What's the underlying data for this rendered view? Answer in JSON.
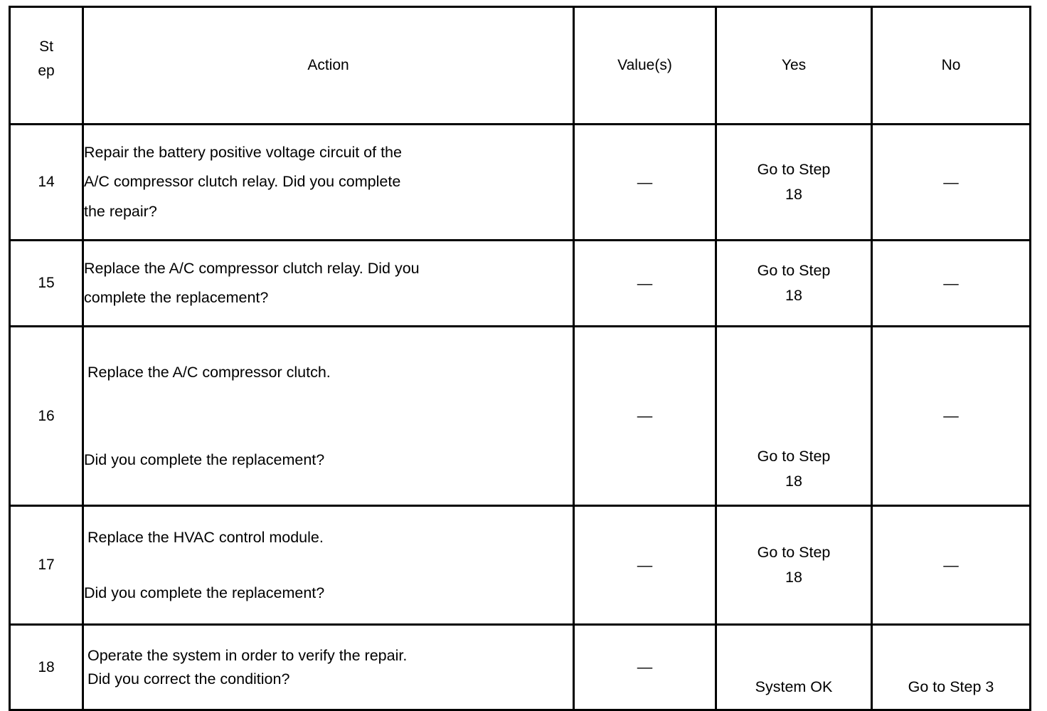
{
  "table": {
    "columns": [
      {
        "key": "step",
        "label_lines": [
          "St",
          "ep"
        ],
        "label": "Step"
      },
      {
        "key": "action",
        "label": "Action"
      },
      {
        "key": "value",
        "label": "Value(s)"
      },
      {
        "key": "yes",
        "label": "Yes"
      },
      {
        "key": "no",
        "label": "No"
      }
    ],
    "rows": [
      {
        "step": "14",
        "action_lines": [
          "Repair the battery positive voltage circuit of the",
          "A/C compressor clutch relay. Did you complete",
          "the repair?"
        ],
        "value": "—",
        "yes_lines": [
          "Go to Step",
          "18"
        ],
        "no": "—"
      },
      {
        "step": "15",
        "action_lines": [
          "Replace the A/C compressor clutch relay. Did you",
          "complete the replacement?"
        ],
        "value": "—",
        "yes_lines": [
          "Go to Step",
          "18"
        ],
        "no": "—"
      },
      {
        "step": "16",
        "action_lines": [
          "Replace the A/C compressor clutch.",
          "Did you complete the replacement?"
        ],
        "value": "—",
        "yes_lines": [
          "Go to Step",
          "18"
        ],
        "no": "—"
      },
      {
        "step": "17",
        "action_lines": [
          "Replace the HVAC control module.",
          "Did you  complete the replacement?"
        ],
        "value": "—",
        "yes_lines": [
          "Go to Step",
          "18"
        ],
        "no": "—"
      },
      {
        "step": "18",
        "action_lines": [
          "Operate the system in order to verify the repair.",
          "Did you correct the condition?"
        ],
        "value": "—",
        "yes_lines": [
          "System OK"
        ],
        "no": "Go to Step 3"
      }
    ]
  },
  "colors": {
    "border": "#000000",
    "text": "#000000",
    "background": "#ffffff"
  }
}
